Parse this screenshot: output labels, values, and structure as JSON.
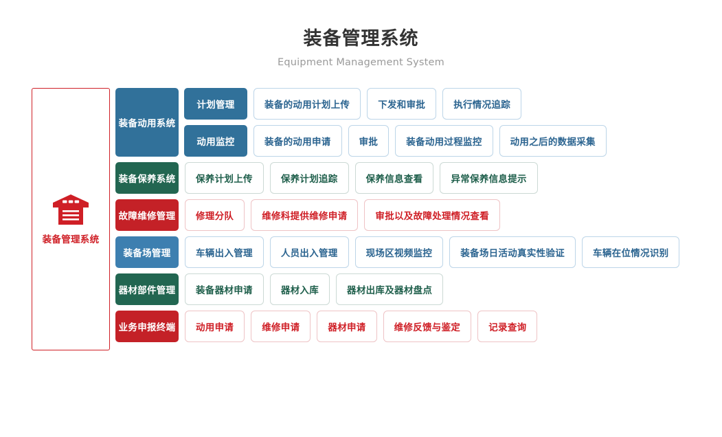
{
  "header": {
    "title": "装备管理系统",
    "subtitle": "Equipment Management System"
  },
  "left_panel": {
    "icon": "warehouse-icon",
    "label": "装备管理系统",
    "color": "#cf1f26"
  },
  "colors": {
    "blue": "#31719a",
    "blue_light": "#3d7fb0",
    "green": "#226651",
    "red": "#c42127",
    "btn_blue_text": "#2b6490",
    "btn_green_text": "#1f5f4b",
    "btn_red_text": "#cf1f26"
  },
  "rows": [
    {
      "category": "装备动用系统",
      "theme": "blue",
      "subrows": [
        {
          "subcategory": "计划管理",
          "items": [
            "装备的动用计划上传",
            "下发和审批",
            "执行情况追踪"
          ]
        },
        {
          "subcategory": "动用监控",
          "items": [
            "装备的动用申请",
            "审批",
            "装备动用过程监控",
            "动用之后的数据采集"
          ]
        }
      ]
    },
    {
      "category": "装备保养系统",
      "theme": "green",
      "items": [
        "保养计划上传",
        "保养计划追踪",
        "保养信息查看",
        "异常保养信息提示"
      ]
    },
    {
      "category": "故障维修管理",
      "theme": "red",
      "items": [
        "修理分队",
        "维修科提供维修申请",
        "审批以及故障处理情况查看"
      ]
    },
    {
      "category": "装备场管理",
      "theme": "blue_light",
      "items": [
        "车辆出入管理",
        "人员出入管理",
        "现场区视频监控",
        "装备场日活动真实性验证",
        "车辆在位情况识别"
      ]
    },
    {
      "category": "器材部件管理",
      "theme": "green",
      "items": [
        "装备器材申请",
        "器材入库",
        "器材出库及器材盘点"
      ]
    },
    {
      "category": "业务申报终端",
      "theme": "red",
      "items": [
        "动用申请",
        "维修申请",
        "器材申请",
        "维修反馈与鉴定",
        "记录查询"
      ]
    }
  ]
}
